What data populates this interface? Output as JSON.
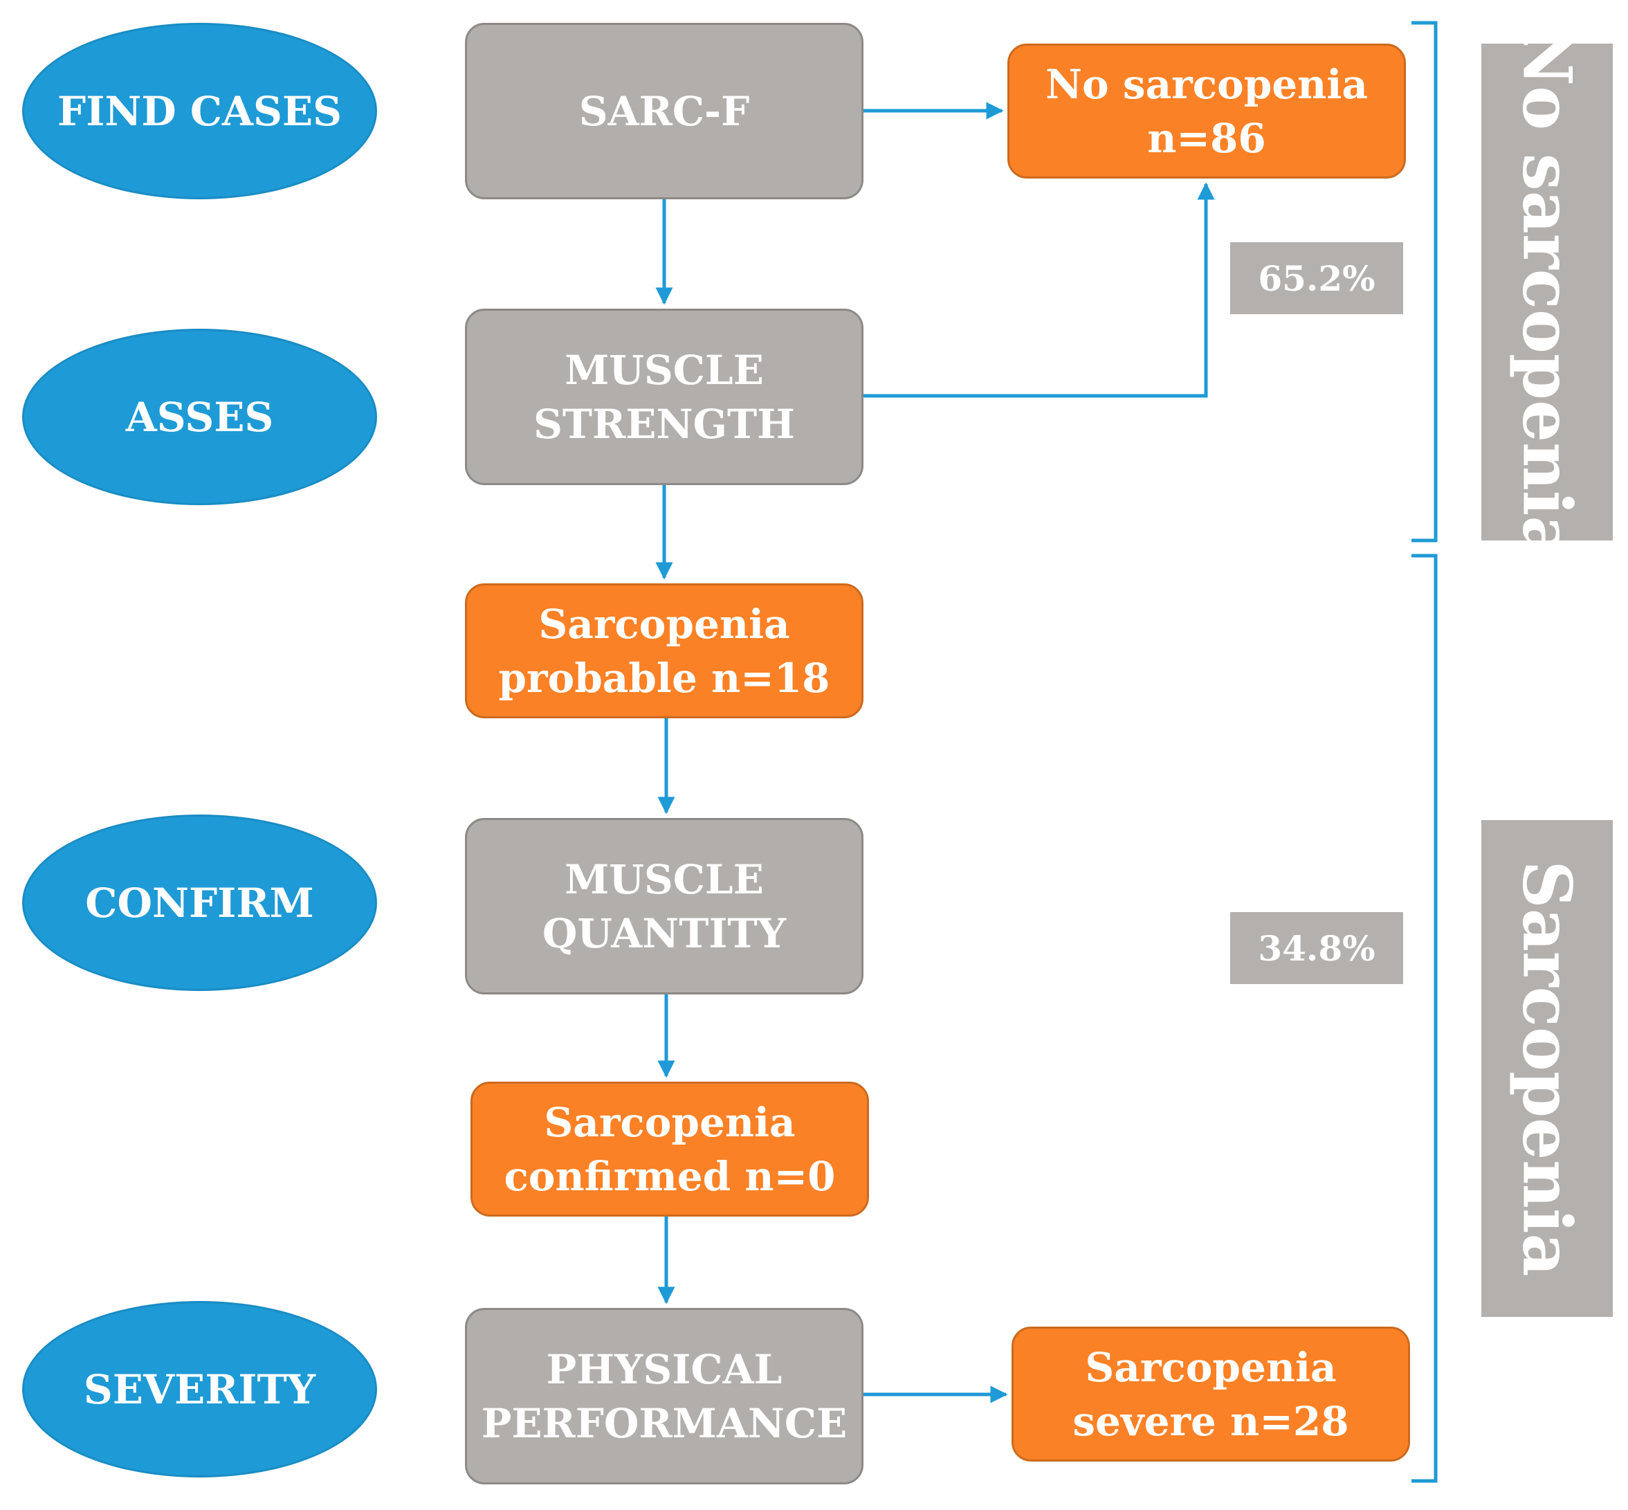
{
  "stages": {
    "find": "FIND CASES",
    "assess": "ASSES",
    "confirm": "CONFIRM",
    "severity": "SEVERITY"
  },
  "tests": {
    "sarcf": "SARC-F",
    "strength": "MUSCLE\nSTRENGTH",
    "quantity": "MUSCLE\nQUANTITY",
    "performance": "PHYSICAL\nPERFORMANCE"
  },
  "outcomes": {
    "no_sarcopenia": "No sarcopenia\nn=86",
    "probable": "Sarcopenia\nprobable n=18",
    "confirmed": "Sarcopenia\nconfirmed n=0",
    "severe": "Sarcopenia\nsevere  n=28"
  },
  "percentages": {
    "no_sarcopenia": "65.2%",
    "sarcopenia": "34.8%"
  },
  "groups": {
    "no_sarcopenia": "No sarcopenia",
    "sarcopenia": "Sarcopenia"
  },
  "colors": {
    "stage_fill": "#1e9ad6",
    "test_fill": "#b2aeab",
    "outcome_fill": "#fb8126",
    "connector": "#1e9ad6",
    "group_label_fill": "#b3b0ae"
  }
}
